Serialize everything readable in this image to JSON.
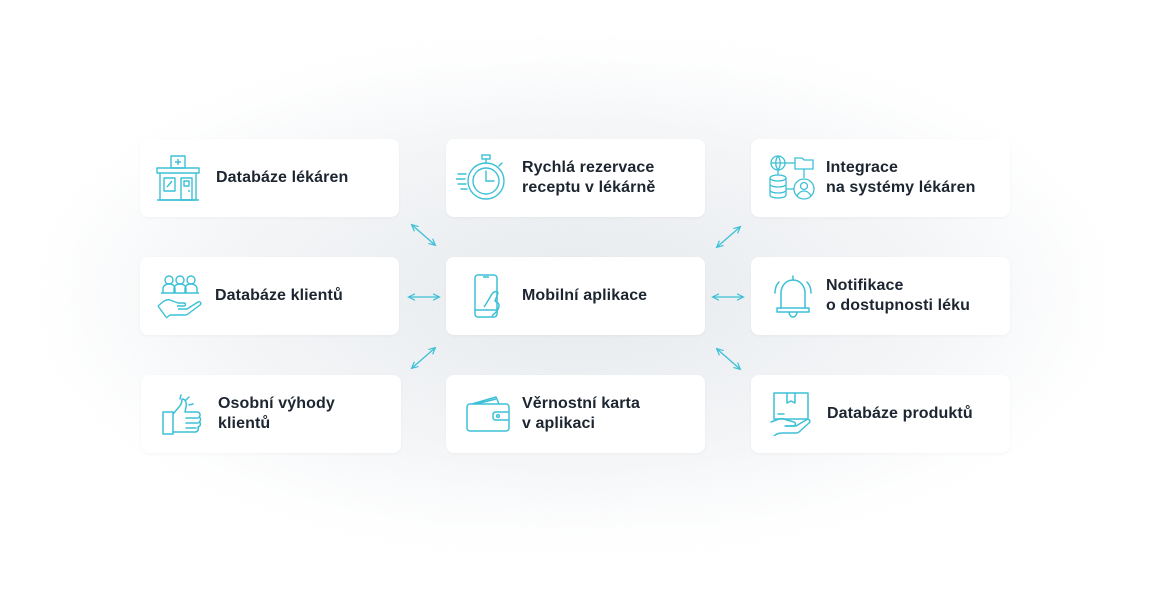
{
  "colors": {
    "accent": "#3cc0d6",
    "text": "#1c2530",
    "card": "#ffffff"
  },
  "nodes": {
    "pharmacy_db": {
      "lines": [
        "Databáze lékáren"
      ],
      "icon": "pharmacy-building-icon"
    },
    "fast_reservation": {
      "lines": [
        "Rychlá rezervace",
        "receptu v lékárně"
      ],
      "icon": "stopwatch-icon"
    },
    "integration": {
      "lines": [
        "Integrace",
        "na systémy lékáren"
      ],
      "icon": "network-database-icon"
    },
    "client_db": {
      "lines": [
        "Databáze klientů"
      ],
      "icon": "people-hand-icon"
    },
    "mobile_app": {
      "lines": [
        "Mobilní aplikace"
      ],
      "icon": "smartphone-hand-icon"
    },
    "notification": {
      "lines": [
        "Notifikace",
        "o dostupnosti léku"
      ],
      "icon": "bell-icon"
    },
    "personal_benefits": {
      "lines": [
        "Osobní výhody",
        "klientů"
      ],
      "icon": "thumbs-up-icon"
    },
    "loyalty_card": {
      "lines": [
        "Věrnostní karta",
        "v aplikaci"
      ],
      "icon": "wallet-icon"
    },
    "product_db": {
      "lines": [
        "Databáze produktů"
      ],
      "icon": "box-hand-icon"
    }
  }
}
